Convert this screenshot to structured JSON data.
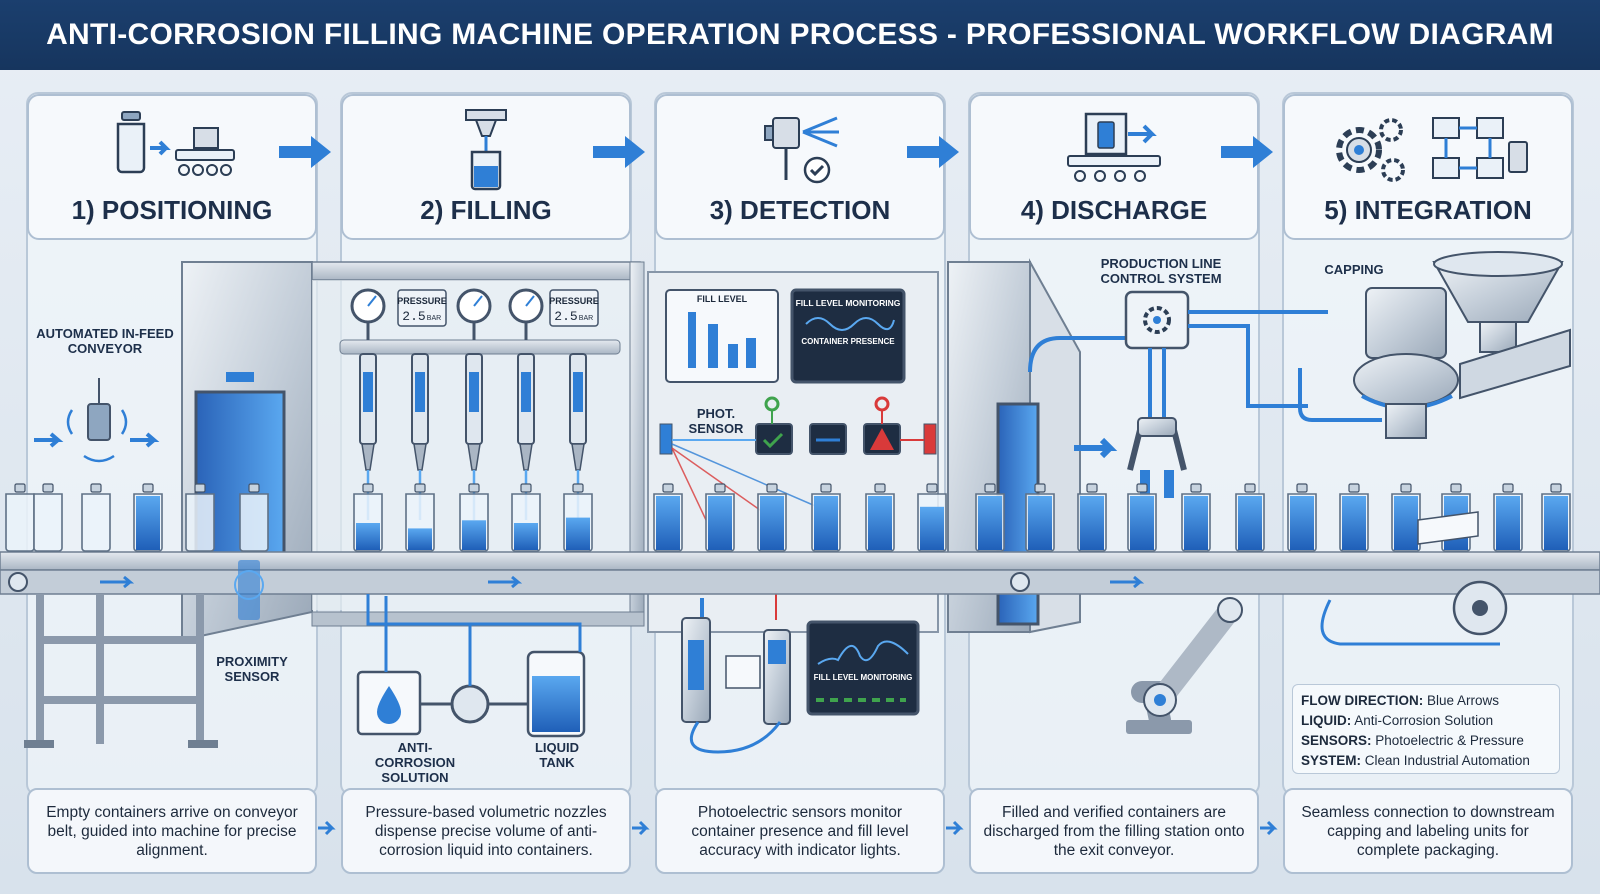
{
  "title": "ANTI-CORROSION FILLING MACHINE OPERATION PROCESS - PROFESSIONAL WORKFLOW DIAGRAM",
  "steps": [
    {
      "label": "1) POSITIONING",
      "icon": "bottle-to-conveyor-icon",
      "description": "Empty containers arrive on conveyor belt, guided into machine for precise alignment."
    },
    {
      "label": "2) FILLING",
      "icon": "nozzle-filling-bottle-icon",
      "description": "Pressure-based volumetric nozzles dispense precise volume of anti-corrosion liquid into containers."
    },
    {
      "label": "3) DETECTION",
      "icon": "sensor-check-icon",
      "description": "Photoelectric sensors monitor container presence and fill level accuracy with indicator lights."
    },
    {
      "label": "4) DISCHARGE",
      "icon": "conveyor-discharge-icon",
      "description": "Filled and verified containers are discharged from the filling station onto the exit conveyor."
    },
    {
      "label": "5) INTEGRATION",
      "icon": "gears-flowchart-icon",
      "description": "Seamless connection to downstream capping and labeling units for complete packaging."
    }
  ],
  "callouts": {
    "infeed": "AUTOMATED IN-FEED CONVEYOR",
    "proximity": "PROXIMITY SENSOR",
    "solution": "ANTI-CORROSION SOLUTION",
    "tank": "LIQUID TANK",
    "phot_sensor": "PHOT. SENSOR",
    "control": "PRODUCTION LINE CONTROL SYSTEM",
    "capping": "CAPPING"
  },
  "gauges": {
    "pressure_label": "PRESSURE",
    "pressure_value": "2.5",
    "pressure_unit": "BAR"
  },
  "screens": {
    "fill_level": "FILL LEVEL",
    "fill_level_monitoring": "FILL LEVEL MONITORING",
    "container_presence": "CONTAINER PRESENCE",
    "fill_level_monitoring_2": "FILL LEVEL MONITORING"
  },
  "legend": [
    {
      "key": "FLOW DIRECTION:",
      "value": "Blue Arrows"
    },
    {
      "key": "LIQUID:",
      "value": "Anti-Corrosion Solution"
    },
    {
      "key": "SENSORS:",
      "value": "Photoelectric & Pressure"
    },
    {
      "key": "SYSTEM:",
      "value": "Clean Industrial Automation"
    }
  ],
  "colors": {
    "header": "#1b3f6e",
    "liquid": "#2f7fd6",
    "steel": "#c9d2dc",
    "ok": "#3fa34d",
    "alert": "#d93a3a"
  }
}
